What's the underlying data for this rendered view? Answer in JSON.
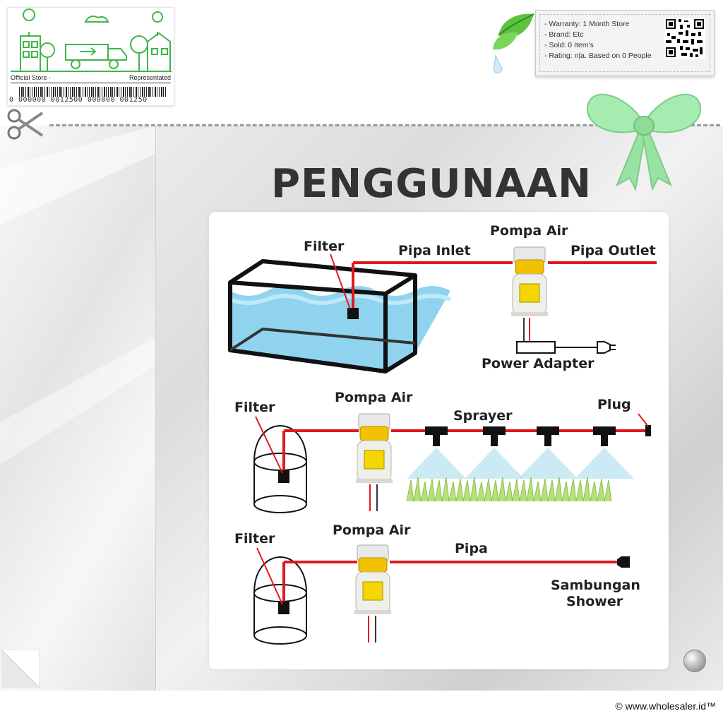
{
  "store_card": {
    "left_label": "Official Store -",
    "right_label": "Representated",
    "barcode_digits": "0 000000 0012500 000000 001250"
  },
  "info": {
    "warranty": "- Warranty: 1 Month Store",
    "brand": "- Brand: Etc",
    "sold": "- Sold: 0 Item's",
    "rating": "- Rating: n|a. Based on 0 People"
  },
  "title": "PENGGUNAAN",
  "diagram1": {
    "filter": "Filter",
    "pipa_inlet": "Pipa Inlet",
    "pompa_air": "Pompa Air",
    "pipa_outlet": "Pipa Outlet",
    "power_adapter": "Power Adapter"
  },
  "diagram2": {
    "filter": "Filter",
    "pompa_air": "Pompa Air",
    "sprayer": "Sprayer",
    "plug": "Plug"
  },
  "diagram3": {
    "filter": "Filter",
    "pompa_air": "Pompa Air",
    "pipa": "Pipa",
    "sambungan_line1": "Sambungan",
    "sambungan_line2": "Shower"
  },
  "copyright": "© www.wholesaler.id™",
  "colors": {
    "pipe_red": "#e0191e",
    "water_blue": "#8fd3ef",
    "pump_yellow": "#f2c200",
    "store_green": "#3fb54a",
    "bow_green": "#a6ecb0"
  },
  "icons": [
    "scissors-icon",
    "leaf-icon",
    "qr-code-icon",
    "bow-icon",
    "plug-icon",
    "corner-curl-icon",
    "metal-button-icon"
  ]
}
